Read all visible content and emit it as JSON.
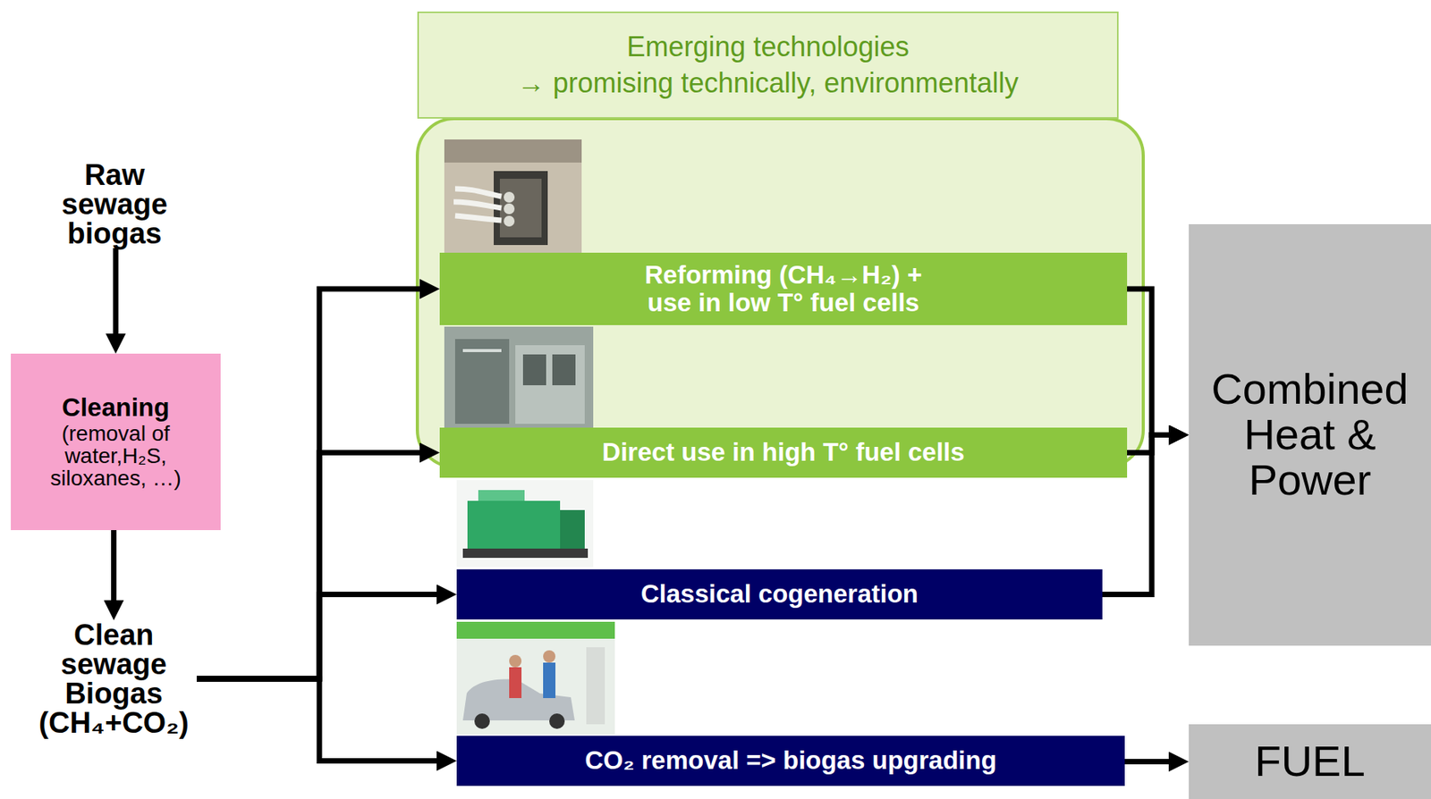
{
  "diagram": {
    "nodes": [
      {
        "text": [
          "Raw sewage biogas"
        ]
      },
      {
        "text": [
          "Cleaning",
          "(removal of water,H₂S, siloxanes, …)"
        ]
      },
      {
        "text": [
          "Clean sewage Biogas (CH₄+CO₂)"
        ]
      },
      {
        "text": [
          "Emerging technologies",
          "→ promising technically, environmentally"
        ]
      },
      {
        "text": [
          "Reforming (CH₄→H₂) + use in low T° fuel cells"
        ]
      },
      {
        "text": [
          "Direct use in high T° fuel cells"
        ]
      },
      {
        "text": [
          "Classical cogeneration"
        ]
      },
      {
        "text": [
          "CO₂ removal => biogas upgrading"
        ]
      },
      {
        "text": [
          "Combined Heat & Power"
        ]
      },
      {
        "text": [
          "FUEL"
        ]
      }
    ],
    "edges": [
      {
        "from": 0,
        "to": 1,
        "arrow": "to"
      },
      {
        "from": 1,
        "to": 2,
        "arrow": "to"
      },
      {
        "from": 2,
        "to": 4,
        "arrow": "to"
      },
      {
        "from": 2,
        "to": 5,
        "arrow": "to"
      },
      {
        "from": 2,
        "to": 6,
        "arrow": "to"
      },
      {
        "from": 2,
        "to": 7,
        "arrow": "to"
      },
      {
        "from": 4,
        "to": 8,
        "arrow": "to"
      },
      {
        "from": 5,
        "to": 8,
        "arrow": "to"
      },
      {
        "from": 6,
        "to": 8,
        "arrow": "to"
      },
      {
        "from": 7,
        "to": 9,
        "arrow": "to"
      }
    ]
  }
}
